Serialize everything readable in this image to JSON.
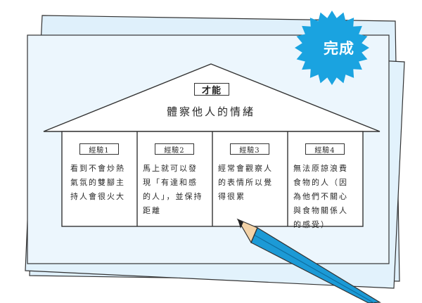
{
  "badge": {
    "label": "完成",
    "color": "#1aa3e0"
  },
  "header": {
    "title": "才能",
    "subtitle": "體察他人的情緒"
  },
  "columns": [
    {
      "label": "經驗1",
      "text": "看到不會炒熱氣氛的雙腳主持人會很火大"
    },
    {
      "label": "經驗2",
      "text": "馬上就可以發現「有達和感的人」，並保持距離"
    },
    {
      "label": "經驗3",
      "text": "經常會觀察人的表情所以覺得很累"
    },
    {
      "label": "經驗4",
      "text": "無法原諒浪費食物的人（因為他們不關心與食物關係人的感受）"
    }
  ],
  "colors": {
    "paper_back": "#d6ecfa",
    "paper_front": "#e9f5fd",
    "line": "#3a3a3a",
    "pencil": "#1c9ad6"
  },
  "icons": [
    "pencil-icon",
    "starburst-badge"
  ]
}
